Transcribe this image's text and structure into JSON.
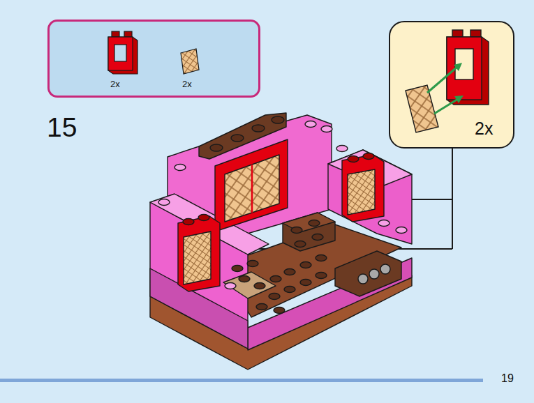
{
  "diagram": {
    "nodes": [
      {
        "text": [
          "2x",
          "2x"
        ]
      },
      {
        "text": [
          "2x"
        ]
      }
    ],
    "labels": [
      "15",
      "19"
    ]
  }
}
